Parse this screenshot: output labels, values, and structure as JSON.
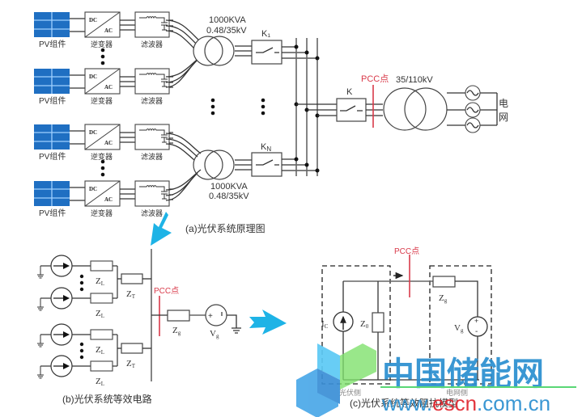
{
  "diagram": {
    "part_a": {
      "caption": "(a)光伏系统原理图",
      "pv_label": "PV组件",
      "inverter_label": "逆变器",
      "inverter_dc": "DC",
      "inverter_ac": "AC",
      "filter_label": "滤波器",
      "transformer_top": {
        "rating": "1000KVA",
        "voltage": "0.48/35kV"
      },
      "transformer_bottom": {
        "rating": "1000KVA",
        "voltage": "0.48/35kV"
      },
      "switch_k1": "K₁",
      "switch_kn": "K",
      "switch_kn_sub": "N",
      "switch_k": "K",
      "pcc_label": "PCC点",
      "main_transformer": "35/110kV",
      "grid_label_1": "电",
      "grid_label_2": "网"
    },
    "part_b": {
      "caption": "(b)光伏系统等效电路",
      "zl": "Z",
      "zl_sub": "L",
      "zt": "Z",
      "zt_sub": "T",
      "zg": "Z",
      "zg_sub": "g",
      "vg": "V",
      "vg_sub": "g",
      "pcc_label": "PCC点"
    },
    "part_c": {
      "caption": "(c)光伏系统等效阻抗模型",
      "pcc_label": "PCC点",
      "ic": "I",
      "ic_sub": "C",
      "z0": "Z",
      "z0_sub": "0",
      "zg": "Z",
      "zg_sub": "g",
      "vg": "V",
      "vg_sub": "g",
      "plus": "+",
      "minus": "-",
      "pv_side": "光伏侧",
      "grid_side": "电网侧"
    },
    "watermark": {
      "title": "中国储能网",
      "url_prefix": "www.",
      "url_highlight": "escn",
      "url_suffix": ".com.cn"
    },
    "colors": {
      "pv_panel": "#1f6fc2",
      "pcc_red": "#d93a4a",
      "arrow_cyan": "#1eb3e6",
      "watermark_blue": "#2a8fd0",
      "watermark_red": "#e0262e",
      "watermark_green": "#4cd46a"
    }
  }
}
